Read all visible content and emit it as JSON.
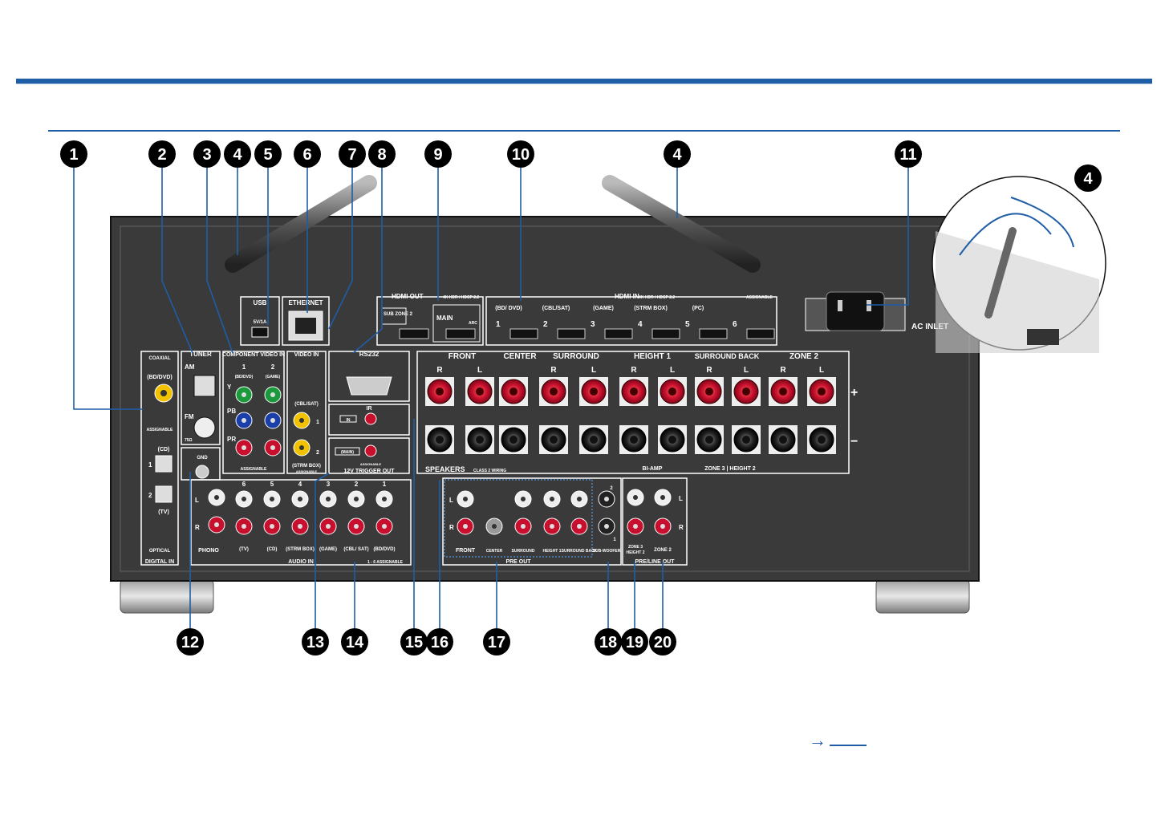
{
  "page": {
    "number": ""
  },
  "callouts": [
    "1",
    "2",
    "3",
    "4",
    "5",
    "6",
    "7",
    "8",
    "9",
    "10",
    "4",
    "11",
    "4",
    "12",
    "13",
    "14",
    "15",
    "16",
    "17",
    "18",
    "19",
    "20"
  ],
  "panel": {
    "usb": "USB",
    "usb_rating": "5V/1A",
    "ethernet": "ETHERNET",
    "hdmi_out": "HDMI OUT",
    "hdmi_out_spec": "4K HDR / HDCP 2.2",
    "sub_zone2": "SUB ZONE 2",
    "main": "MAIN",
    "arc": "ARC",
    "hdmi_in": "HDMI IN",
    "hdmi_in_spec": "4K HDR / HDCP 2.2",
    "assignable": "ASSIGNABLE",
    "hdmi_in_labels": [
      "(BD/ DVD)",
      "(CBL/SAT)",
      "(GAME)",
      "(STRM BOX)",
      "(PC)",
      ""
    ],
    "hdmi_in_nums": [
      "1",
      "2",
      "3",
      "4",
      "5",
      "6"
    ],
    "ac_inlet": "AC INLET",
    "coaxial": "COAXIAL",
    "bd_dvd": "(BD/DVD)",
    "cd": "(CD)",
    "tv": "(TV)",
    "optical": "OPTICAL",
    "digital_in": "DIGITAL IN",
    "tuner": "TUNER",
    "am": "AM",
    "fm": "FM",
    "ohm": "75Ω",
    "component": "COMPONENT VIDEO IN",
    "comp_1": "1",
    "comp_2": "2",
    "comp_bd": "(BD/DVD)",
    "comp_game": "(GAME)",
    "y": "Y",
    "pb": "PB",
    "pr": "PR",
    "video_in": "VIDEO IN",
    "cbl_sat": "(CBL/SAT)",
    "strm_box": "(STRM BOX)",
    "v1": "1",
    "v2": "2",
    "rs232": "RS232",
    "ir": "IR",
    "ir_in": "IN",
    "main_trig": "(MAIN)",
    "trigger": "12V TRIGGER OUT",
    "gnd": "GND",
    "front": "FRONT",
    "center": "CENTER",
    "surround": "SURROUND",
    "height1": "HEIGHT 1",
    "surround_back": "SURROUND BACK",
    "zone2": "ZONE 2",
    "r": "R",
    "l": "L",
    "plus": "+",
    "minus": "−",
    "speakers": "SPEAKERS",
    "class2": "CLASS 2 WIRING",
    "bi_amp": "BI-AMP",
    "zone3_h2": "ZONE 3 | HEIGHT 2",
    "audio_in": "AUDIO IN",
    "phono": "PHONO",
    "ain_nums": [
      "6",
      "5",
      "4",
      "3",
      "2",
      "1"
    ],
    "ain_labels": [
      "(TV)",
      "(CD)",
      "(STRM BOX)",
      "(GAME)",
      "(CBL/ SAT)",
      "(BD/DVD)"
    ],
    "ain_assign": "1 - 6 ASSIGNABLE",
    "pre_out": "PRE OUT",
    "pre_labels": [
      "FRONT",
      "CENTER",
      "SURROUND",
      "HEIGHT 1",
      "SURROUND BACK",
      "SUB-WOOFER"
    ],
    "sub2": "2",
    "sub1": "1",
    "pre_line_out": "PRE/LINE OUT",
    "zone3": "ZONE 3",
    "height2": "HEIGHT 2",
    "zone2b": "ZONE 2"
  },
  "colors": {
    "accent": "#1f5da6",
    "panel": "#3a3a3a",
    "red": "#c8102e",
    "green": "#1a9a3c",
    "blue": "#1b3fa8",
    "yellow": "#f2c200"
  }
}
